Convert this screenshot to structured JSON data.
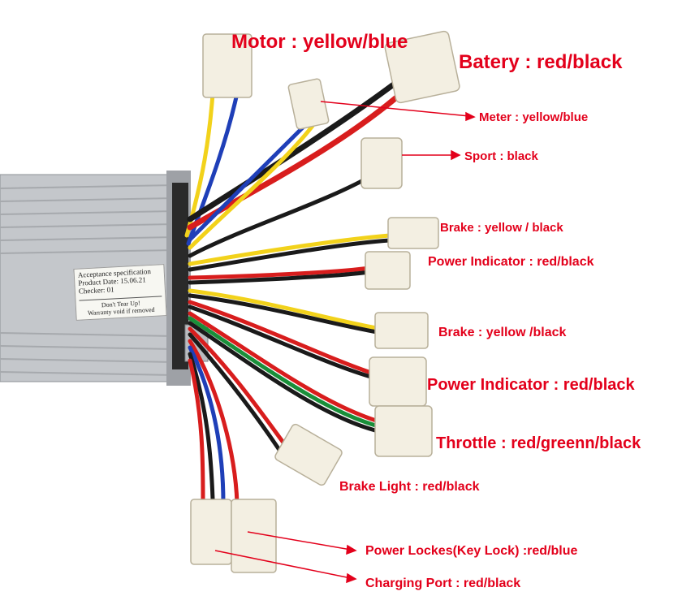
{
  "labels": {
    "motor": "Motor : yellow/blue",
    "battery": "Batery : red/black",
    "meter": "Meter : yellow/blue",
    "sport": "Sport : black",
    "brake_1": "Brake : yellow / black",
    "power_indicator_1": "Power Indicator : red/black",
    "brake_2": "Brake : yellow /black",
    "power_indicator_2": "Power Indicator : red/black",
    "throttle": "Throttle : red/greenn/black",
    "brake_light": "Brake Light : red/black",
    "power_locks": "Power Lockes(Key Lock) :red/blue",
    "charging_port": "Charging Port : red/black"
  },
  "sticker": {
    "line1": "Acceptance specification",
    "line2": "Product Date: 15.06.21",
    "line3": "Checker: 01",
    "warning_1": "Don't Tear Up!",
    "warning_2": "Warranty void if removed"
  },
  "colors": {
    "label_red": "#e3001b",
    "wire_red": "#d81d1d",
    "wire_black": "#1a1a1a",
    "wire_yellow": "#f2d21b",
    "wire_blue": "#1f3fb8",
    "wire_green": "#1a8f3a",
    "housing": "#c9ccd0",
    "connector": "#f3efe2"
  }
}
